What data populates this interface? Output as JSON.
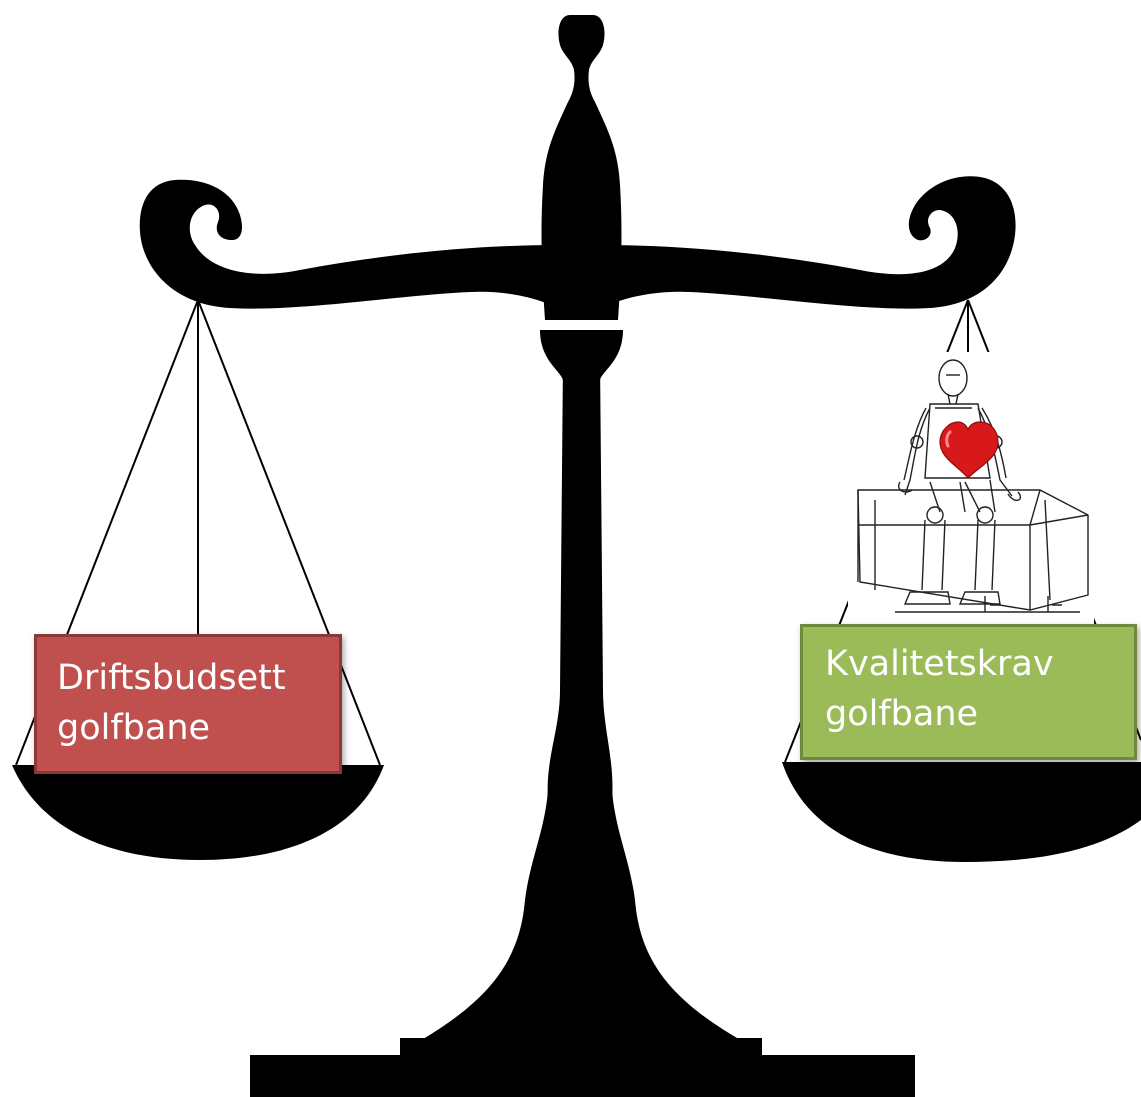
{
  "left_pan": {
    "line1": "Driftsbudsett",
    "line2": "golfbane",
    "color": "#c0504d",
    "border": "#8c3836"
  },
  "right_pan": {
    "line1": "Kvalitetskrav",
    "line2": "golfbane",
    "color": "#9bbb59",
    "border": "#71893f"
  },
  "illustration": {
    "icon": "seated-mannequin-with-heart-icon",
    "heart_color": "#d7191c"
  }
}
